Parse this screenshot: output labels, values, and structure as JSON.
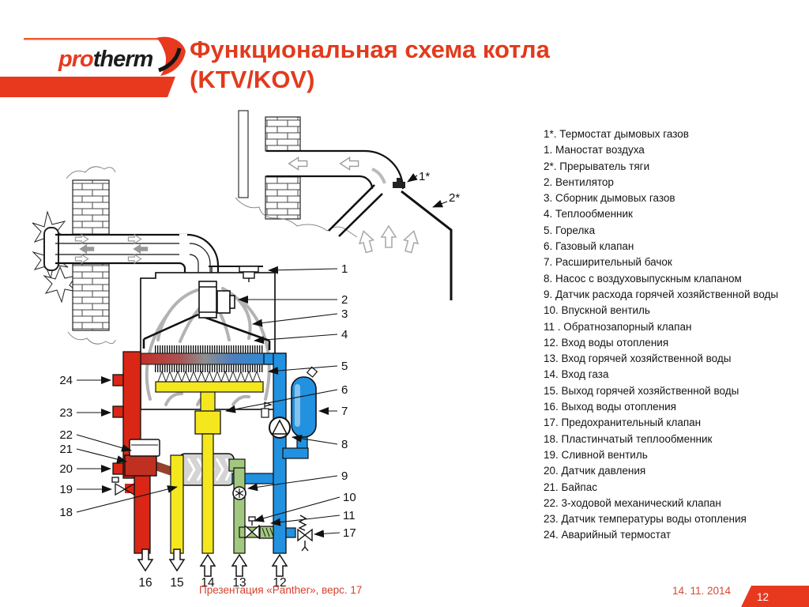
{
  "slide": {
    "title_line1": "Функциональная схема котла",
    "title_line2": "(KTV/KOV)"
  },
  "logo": {
    "brand_pro": "pro",
    "brand_therm": "therm"
  },
  "legend": {
    "items": [
      "1*. Термостат дымовых газов",
      "1. Маностат воздуха",
      "2*. Прерыватель тяги",
      "2. Вентилятор",
      "3. Сборник дымовых газов",
      "4. Теплообменник",
      "5. Горелка",
      "6. Газовый клапан",
      "7. Расширительный бачок",
      "8. Насос с воздуховыпускным клапаном",
      "9. Датчик расхода горячей хозяйственной воды",
      "10. Впускной вентиль",
      "11 . Обратнозапорный клапан",
      "12. Вход воды отопления",
      "13. Вход горячей хозяйственной воды",
      "14. Вход газа",
      "15. Выход горячей хозяйственной воды",
      "16. Выход воды отопления",
      "17. Предохранительный клапан",
      "18. Пластинчатый теплообменник",
      "19. Сливной вентиль",
      "20. Датчик давления",
      "21. Байпас",
      "22. 3-ходовой механический клапан",
      "23. Датчик температуры воды отопления",
      "24. Аварийный термостат"
    ]
  },
  "diagram": {
    "top_callouts": {
      "flue_thermostat": "1*",
      "draft_interrupter": "2*"
    },
    "right_callouts": [
      "1",
      "2",
      "3",
      "4",
      "5",
      "6",
      "7",
      "8",
      "9",
      "10",
      "11",
      "17"
    ],
    "left_callouts": [
      "24",
      "23",
      "22",
      "21",
      "20",
      "19",
      "18"
    ],
    "bottom_ports": [
      "16",
      "15",
      "14",
      "13",
      "12"
    ]
  },
  "footer": {
    "presentation": "Презентация «Panther», верс. 17",
    "date": "14. 11. 2014",
    "page": "12"
  },
  "colors": {
    "accent_red": "#e8391f",
    "pipe_red": "#d92615",
    "pipe_yellow": "#f5e71e",
    "pipe_green": "#a2c87f",
    "pipe_blue": "#2191e0",
    "pipe_brown": "#96402e"
  }
}
